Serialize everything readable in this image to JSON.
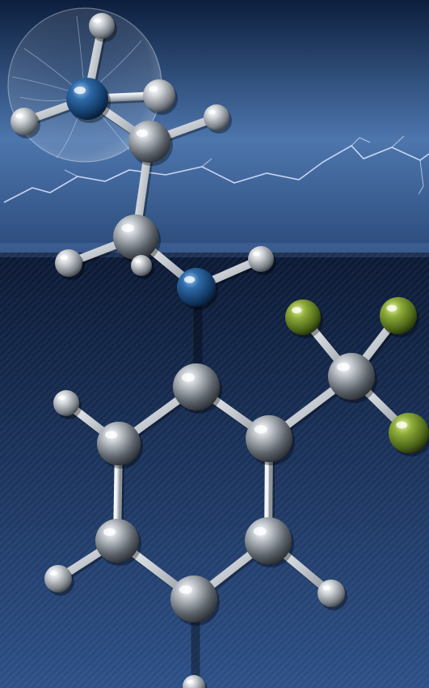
{
  "scene": {
    "colors": {
      "sky_top": "#0c1e3d",
      "sky_mid": "#4d76ad",
      "sky_low": "#2b4a7a",
      "floor_top": "#0a1833",
      "floor_bottom": "#2c4f86",
      "lightning": "#dfe9ff"
    }
  },
  "molecule": {
    "atom_colors": {
      "carbon": "#8d939b",
      "hydrogen": "#b7bcc2",
      "nitrogen": "#1f4f86",
      "fluorine": "#6e8f2a"
    },
    "atoms": [
      {
        "id": "h-top",
        "element": "hydrogen"
      },
      {
        "id": "n-ammonium",
        "element": "nitrogen"
      },
      {
        "id": "h-n-left",
        "element": "hydrogen"
      },
      {
        "id": "h-n-right",
        "element": "hydrogen"
      },
      {
        "id": "c-ethyl-1",
        "element": "carbon"
      },
      {
        "id": "h-c1-right",
        "element": "hydrogen"
      },
      {
        "id": "c-ethyl-2",
        "element": "carbon"
      },
      {
        "id": "h-c2-left",
        "element": "hydrogen"
      },
      {
        "id": "h-c2-back",
        "element": "hydrogen"
      },
      {
        "id": "n-amine",
        "element": "nitrogen"
      },
      {
        "id": "h-amine",
        "element": "hydrogen"
      },
      {
        "id": "c-ring-1",
        "element": "carbon"
      },
      {
        "id": "c-ring-2",
        "element": "carbon"
      },
      {
        "id": "c-ring-3",
        "element": "carbon"
      },
      {
        "id": "c-ring-4",
        "element": "carbon"
      },
      {
        "id": "c-ring-5",
        "element": "carbon"
      },
      {
        "id": "c-ring-6",
        "element": "carbon"
      },
      {
        "id": "h-ring-2",
        "element": "hydrogen"
      },
      {
        "id": "h-ring-3",
        "element": "hydrogen"
      },
      {
        "id": "h-ring-4",
        "element": "hydrogen"
      },
      {
        "id": "h-ring-5",
        "element": "hydrogen"
      },
      {
        "id": "c-cf3",
        "element": "carbon"
      },
      {
        "id": "f-1",
        "element": "fluorine"
      },
      {
        "id": "f-2",
        "element": "fluorine"
      },
      {
        "id": "f-3",
        "element": "fluorine"
      }
    ],
    "bonds": [
      [
        "h-top",
        "n-ammonium"
      ],
      [
        "n-ammonium",
        "h-n-left"
      ],
      [
        "n-ammonium",
        "h-n-right"
      ],
      [
        "n-ammonium",
        "c-ethyl-1"
      ],
      [
        "c-ethyl-1",
        "h-c1-right"
      ],
      [
        "c-ethyl-1",
        "c-ethyl-2"
      ],
      [
        "c-ethyl-2",
        "h-c2-left"
      ],
      [
        "c-ethyl-2",
        "h-c2-back"
      ],
      [
        "c-ethyl-2",
        "n-amine"
      ],
      [
        "n-amine",
        "h-amine"
      ],
      [
        "n-amine",
        "c-ring-1"
      ],
      [
        "c-ring-1",
        "c-ring-2"
      ],
      [
        "c-ring-1",
        "c-ring-6"
      ],
      [
        "c-ring-2",
        "c-ring-3"
      ],
      [
        "c-ring-3",
        "c-ring-4"
      ],
      [
        "c-ring-4",
        "c-ring-5"
      ],
      [
        "c-ring-5",
        "c-ring-6"
      ],
      [
        "c-ring-2",
        "h-ring-2"
      ],
      [
        "c-ring-3",
        "h-ring-3"
      ],
      [
        "c-ring-4",
        "h-ring-4"
      ],
      [
        "c-ring-5",
        "h-ring-5"
      ],
      [
        "c-ring-6",
        "c-cf3"
      ],
      [
        "c-cf3",
        "f-1"
      ],
      [
        "c-cf3",
        "f-2"
      ],
      [
        "c-cf3",
        "f-3"
      ]
    ]
  }
}
